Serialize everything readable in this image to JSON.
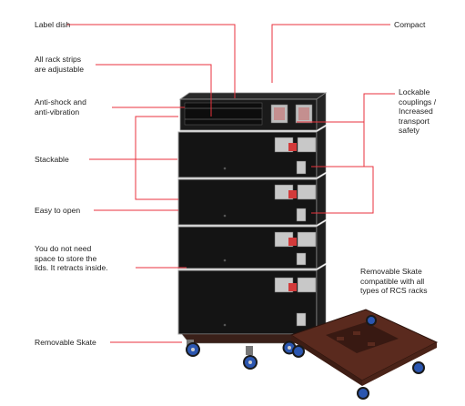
{
  "colors": {
    "leader_line": "#e8323c",
    "case_body": "#141414",
    "case_edge": "#9a9a9a",
    "latch": "#c8c8c8",
    "handle_accent": "#d23a3a",
    "skate_wood": "#5a2a1e",
    "wheel": "#2b56b0"
  },
  "labels": {
    "label_dish": "Label dish",
    "rack_strips": "All rack strips\nare adjustable",
    "anti_shock": "Anti-shock and\nanti-vibration",
    "stackable": "Stackable",
    "easy_open": "Easy to open",
    "no_store_lids": "You do not need\nspace to store the\nlids. It retracts inside.",
    "removable_skate": "Removable Skate",
    "compact": "Compact",
    "lockable": "Lockable\ncouplings /\nIncreased\ntransport\nsafety",
    "skate_compatible": "Removable Skate\ncompatible with all\ntypes of RCS racks"
  }
}
